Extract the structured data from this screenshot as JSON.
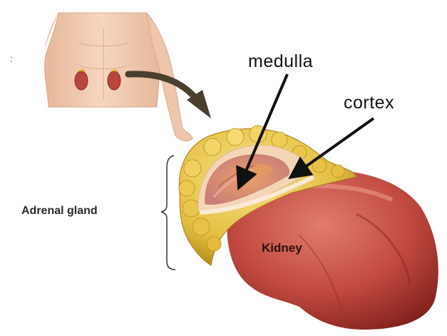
{
  "labels": {
    "medulla": "medulla",
    "cortex": "cortex",
    "adrenal_gland": "Adrenal gland",
    "kidney": "Kidney",
    "stray_mark": ":"
  },
  "colors": {
    "skin": "#f2cfb4",
    "skin_shadow": "#e2b295",
    "kidney": "#b83a32",
    "kidney_highlight": "#df7a6a",
    "fat": "#e7c34a",
    "fat_dark": "#b58e1f",
    "medulla": "#d98a82",
    "cortex": "#f5d7b8",
    "arrow": "#111111",
    "curved_arrow": "#4a3f2e"
  }
}
